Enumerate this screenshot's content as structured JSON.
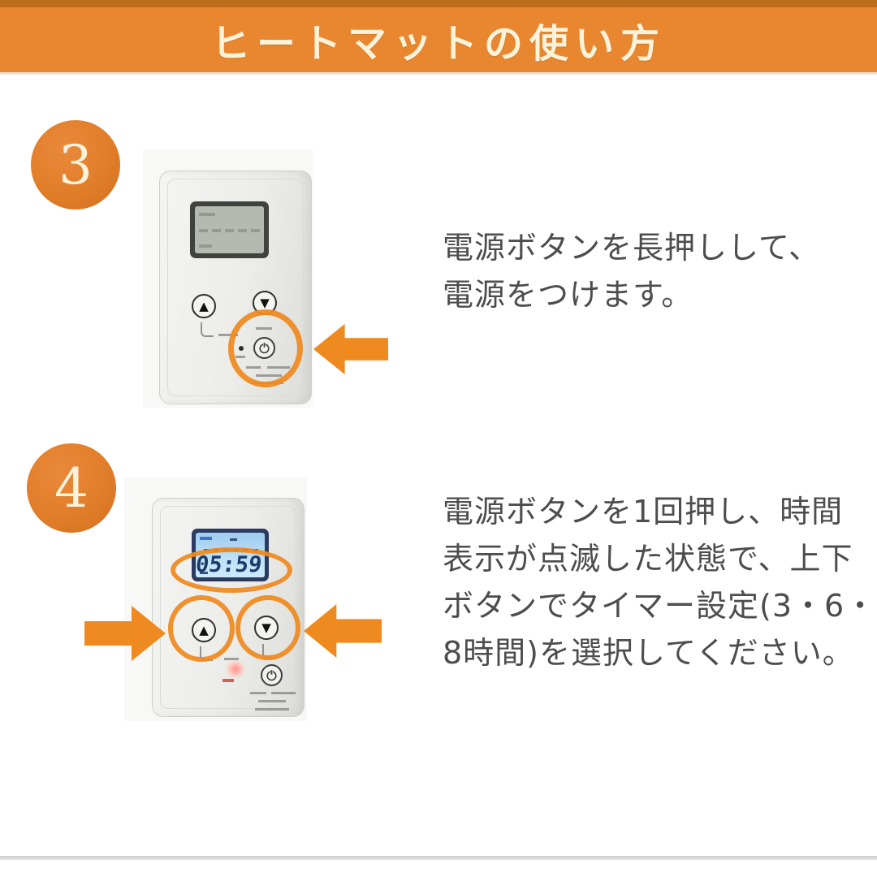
{
  "header": {
    "title": "ヒートマットの使い方"
  },
  "colors": {
    "accent_orange": "#EE8A1F",
    "banner_orange": "#E8872F",
    "banner_top_strip": "#BE6C1E",
    "badge_orange": "#E07C28",
    "body_text_gray": "#4D4D4D",
    "lcd_on_screen_blue": "#B5DCF6",
    "lcd_digit_navy": "#1D3A68",
    "lcd_off_gray": "#B5BAB0"
  },
  "icons": {
    "up_arrow_glyph": "▲",
    "down_arrow_glyph": "▼",
    "power_icon": "power-symbol"
  },
  "steps": [
    {
      "number": "3",
      "lines": [
        "電源ボタンを長押しして、",
        "電源をつけます。"
      ],
      "remote": {
        "display_state": "off"
      }
    },
    {
      "number": "4",
      "lines": [
        "電源ボタンを1回押し、時間",
        "表示が点滅した状態で、上下",
        "ボタンでタイマー設定(3・6・",
        "8時間)を選択してください。"
      ],
      "remote": {
        "display_state": "on",
        "display_value": "05:59"
      }
    }
  ]
}
